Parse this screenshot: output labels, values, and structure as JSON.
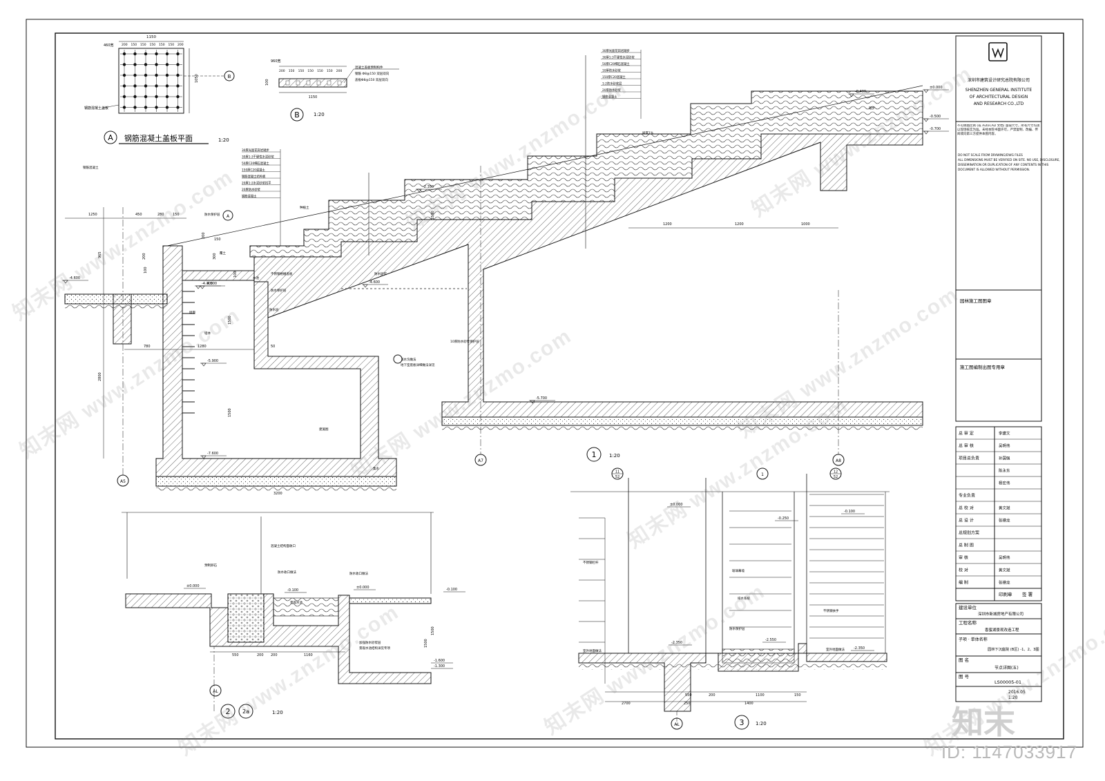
{
  "title_block": {
    "company_cn": "深圳市建筑设计研究总院有限公司",
    "company_en_1": "SHENZHEN GENERAL INSTITUTE",
    "company_en_2": "OF ARCHITECTURAL DESIGN",
    "company_en_3": "AND RESEARCH CO.,LTD",
    "disclaimer_cn": "不可依图比例 (或 AutoCAD 文档) 量取尺寸，所有尺寸均须以现场核实为准。未经本院书面许可，严禁复制、改编、传阅或向第三方提供本图内容。",
    "disclaimer_en": [
      "DO NOT SCALE FROM DRAWING/DWG FILES",
      "ALL DIMENSIONS MUST BE VERIFIED ON SITE. NO USE, DISCLOSURE,",
      "DISSEMINATION OR DUPLICATION OF ANY CONTENTS IN THIS",
      "DOCUMENT IS ALLOWED WITHOUT PERMISSION."
    ],
    "stamp_1": "园林施工图图章",
    "stamp_2": "施工图编制出图专用章",
    "sign_rows": [
      {
        "label": "总 审 定",
        "value": "李建文"
      },
      {
        "label": "总 审 核",
        "value": "吴明伟"
      },
      {
        "label": "项目总负责",
        "value": "孙国强"
      },
      {
        "label": "",
        "value": "陈永东"
      },
      {
        "label": "",
        "value": "杨宏伟"
      },
      {
        "label": "专业负责",
        "value": ""
      },
      {
        "label": "总 校 对",
        "value": "黄文斌"
      },
      {
        "label": "总 设 计",
        "value": "张德龙"
      },
      {
        "label": "总规划方案",
        "value": ""
      },
      {
        "label": "总 制 图",
        "value": ""
      },
      {
        "label": "审 核",
        "value": "吴明伟"
      },
      {
        "label": "校 对",
        "value": "黄文斌"
      },
      {
        "label": "编 制",
        "value": "张德龙"
      }
    ],
    "stamp_label": "印刷章",
    "sign_label": "签 署",
    "client_label": "建设单位",
    "client_value": "深圳市新城房地产有限公司",
    "project_label": "工程名称",
    "project_value": "香蜜湖景观改造工程",
    "subproject_label": "子项 · 单体名称",
    "subproject_value": "园林下沉庭院 (B区)  -1、2、3图",
    "drawing_label": "图 名",
    "drawing_value": "节点详图(五)",
    "drawing_no_label": "图 号",
    "drawing_no": "LS00005-01",
    "date": "2016.05",
    "scale_value": "1:20"
  },
  "detail_A": {
    "title": "钢筋混凝土盖板平面",
    "scale": "1:20",
    "marker": "A",
    "dim_top": "1150",
    "dim_left": "460宽",
    "dim_sub": [
      "200",
      "150",
      "150",
      "150",
      "150",
      "150",
      "200"
    ],
    "dim_side": "1050",
    "label": "钢筋混凝土盖板",
    "section": "B"
  },
  "detail_B": {
    "marker": "B",
    "scale": "1:20",
    "dim_top": "960宽",
    "dim_sub": [
      "200",
      "150",
      "150",
      "150",
      "150",
      "150",
      "200"
    ],
    "dim_bottom": "1150",
    "notes": [
      "混凝土盖板预制构件",
      "钢筋 Φ8@150 双层双向",
      "盖板Φ8@150 双层双向"
    ],
    "dim_h": "100"
  },
  "detail_1": {
    "marker": "1",
    "scale": "1:20",
    "layers_left": [
      "30厚光面花岗岩踏步",
      "30厚1:3干硬性水泥砂浆",
      "50厚C20细石混凝土",
      "150厚C20混凝土",
      "钢筋混凝土结构板",
      "20厚1:2水泥砂浆找平",
      "20厚防水砂浆",
      "钢筋混凝土"
    ],
    "layers_right": [
      "30厚光面花岗岩踏步",
      "30厚1:3干硬性水泥砂浆",
      "50厚C20细石混凝土",
      "10厚防水砂浆",
      "150厚C20混凝土",
      "1:2防水砂浆层",
      "20厚防水砂浆",
      "钢筋混凝土"
    ],
    "elev": [
      "±0.000",
      "-0.500",
      "-0.700",
      "-2.350",
      "-4.600",
      "-4.300",
      "-4.600",
      "-5.900",
      "-7.600",
      "-5.700",
      "-4.500",
      "-0.400"
    ],
    "dims": [
      "1250",
      "450",
      "280",
      "150",
      "965",
      "2800",
      "1500",
      "1500",
      "780",
      "1280",
      "50",
      "3200",
      "1200",
      "1200",
      "1000",
      "1500",
      "200",
      "300",
      "200",
      "100",
      "150",
      "100"
    ],
    "notes": [
      "钢筋混凝土",
      "防水保护层",
      "种植土",
      "水池",
      "墙体",
      "不锈钢格栅盖板",
      "防水保护层",
      "防水层",
      "防水砂浆",
      "排水沟做法",
      "地下室底板详细做法详见",
      "建施图",
      "10厚防水砂浆保护层",
      "墙面",
      "集水",
      "覆土",
      "坡度1%",
      "踏步"
    ],
    "axes": [
      "A5",
      "A7",
      "A8"
    ]
  },
  "detail_2": {
    "marker": "2",
    "marker2": "2a",
    "scale": "1:20",
    "elev": [
      "±0.000",
      "-0.100",
      "±0.000",
      "-0.100",
      "-1.600",
      "-1.300"
    ],
    "dims": [
      "550",
      "200",
      "200",
      "1160",
      "1500",
      "1500"
    ],
    "notes": [
      "混凝土结构面收口",
      "预制卵石",
      "防水收口做法",
      "防水收口做法",
      "景观水池",
      "加强防水砂浆层",
      "景观水池结构详见专项"
    ],
    "axis": "AL"
  },
  "detail_3": {
    "marker": "3",
    "scale": "1:20",
    "elev": [
      "±0.000",
      "-0.250",
      "-0.100",
      "-2.350",
      "-2.550",
      "-2.350"
    ],
    "dims": [
      "550",
      "200",
      "1100",
      "150",
      "2700",
      "250",
      "1400"
    ],
    "notes": [
      "不锈钢栏杆",
      "玻璃幕墙",
      "排水系统",
      "防水保护层",
      "不锈钢扶手",
      "室外地面做法",
      "室外地面做法"
    ],
    "axes": [
      "11",
      "52",
      "12",
      "52"
    ],
    "axis": "AL"
  },
  "watermark": "知末网 www.znzmo.com",
  "footer_id": "ID: 1147033917",
  "logo_text": "知末"
}
